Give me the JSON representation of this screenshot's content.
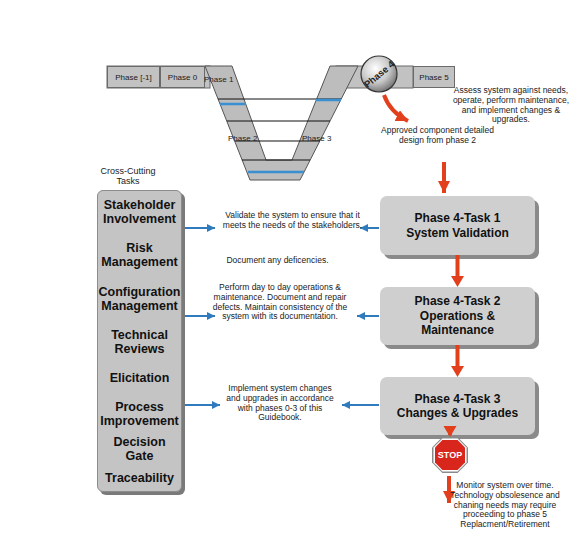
{
  "diagram": {
    "nodes": [
      {
        "text": [
          "Phase [-1]"
        ]
      },
      {
        "text": [
          "Phase 0"
        ]
      },
      {
        "text": [
          "Phase 4"
        ]
      },
      {
        "text": [
          "Phase 5"
        ]
      },
      {
        "text": [
          "Cross-Cutting Tasks",
          "Stakeholder Involvement",
          "Risk Management",
          "Configuration Management",
          "Technical Reviews",
          "Elicitation",
          "Process Improvement",
          "Decision Gate",
          "Traceability"
        ]
      },
      {
        "text": [
          "Phase 4-Task 1",
          "System Validation"
        ]
      },
      {
        "text": [
          "Phase 4-Task 2",
          "Operations & Maintenance"
        ]
      },
      {
        "text": [
          "Phase 4-Task 3",
          "Changes & Upgrades"
        ]
      },
      {
        "text": [
          "STOP"
        ]
      }
    ],
    "edges": [
      {
        "from": 5,
        "to": 6,
        "arrow": "to"
      },
      {
        "from": 6,
        "to": 7,
        "arrow": "to"
      },
      {
        "from": 7,
        "to": 8,
        "arrow": "to"
      }
    ],
    "labels": [
      "Phase 1",
      "Phase 2",
      "Phase 3",
      "Assess system against needs, operate, perform maintenance, and implement changes & upgrades.",
      "Approved component detailed design from phase 2",
      "Validate the system to ensure that it meets the needs of the stakeholders.",
      "Document any deficencies.",
      "Perform day to day operations & maintenance. Document and repair defects. Maintain consistency of the system with its documentation.",
      "Implement system changes and upgrades in accordance with phases 0-3 of this Guidebook.",
      "Monitor system over time. Technology obsolesence and chaning needs may require proceeding to phase 5 Replacment/Retirement"
    ]
  }
}
